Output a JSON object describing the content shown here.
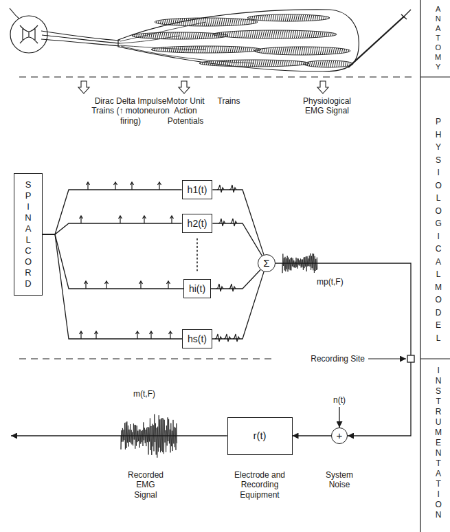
{
  "diagram": {
    "nodes": [
      {
        "text": [
          "SPINAL CORD"
        ]
      },
      {
        "text": [
          "h1(t)"
        ]
      },
      {
        "text": [
          "h2(t)"
        ]
      },
      {
        "text": [
          "hi(t)"
        ]
      },
      {
        "text": [
          "hs(t)"
        ]
      },
      {
        "text": [
          "Σ"
        ]
      },
      {
        "text": [
          "+"
        ]
      },
      {
        "text": [
          "r(t)"
        ]
      }
    ],
    "edges": [
      {
        "from": 0,
        "to": 1,
        "arrow": "none"
      },
      {
        "from": 0,
        "to": 2,
        "arrow": "none"
      },
      {
        "from": 0,
        "to": 3,
        "arrow": "none"
      },
      {
        "from": 0,
        "to": 4,
        "arrow": "none"
      },
      {
        "from": 1,
        "to": 5,
        "arrow": "none"
      },
      {
        "from": 2,
        "to": 5,
        "arrow": "none"
      },
      {
        "from": 3,
        "to": 5,
        "arrow": "none"
      },
      {
        "from": 4,
        "to": 5,
        "arrow": "none"
      },
      {
        "from": 5,
        "to": 6,
        "arrow": "to"
      },
      {
        "from": 6,
        "to": 7,
        "arrow": "to"
      }
    ],
    "labels": [
      "ANATOMY",
      "PHYSIOLOGICAL MODEL",
      "INSTRUMENTATION",
      "Dirac Delta Impulse Trains (↑ motoneuron firing)",
      "Motor Unit Action Potentials",
      "Trains",
      "Physiological EMG Signal",
      "mp(t,F)",
      "Recording Site",
      "n(t)",
      "m(t,F)",
      "Recorded EMG Signal",
      "Electrode and Recording Equipment",
      "System Noise"
    ]
  }
}
